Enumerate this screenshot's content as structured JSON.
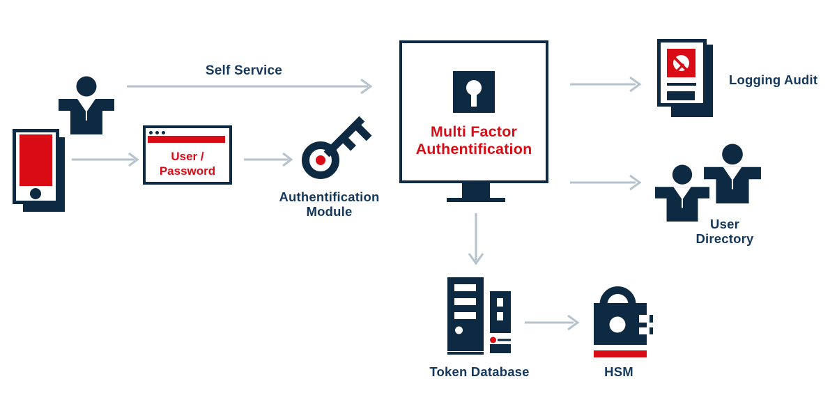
{
  "colors": {
    "navy": "#0e2a42",
    "red": "#d90b15",
    "text": "#14375c",
    "arrow": "#b6c2cc"
  },
  "labels": {
    "self_service": "Self Service",
    "auth_module": "Authentification Module",
    "mfa": "Multi Factor Authentification",
    "logging_audit": "Logging Audit",
    "user_directory": "User Directory",
    "token_database": "Token Database",
    "hsm": "HSM"
  },
  "login": {
    "line1": "User /",
    "line2": "Password"
  },
  "icons": [
    "user-icon",
    "smartphone-icon",
    "browser-login-icon",
    "key-icon",
    "monitor-keyhole-icon",
    "report-document-icon",
    "users-icon",
    "server-icon",
    "padlock-icon"
  ]
}
